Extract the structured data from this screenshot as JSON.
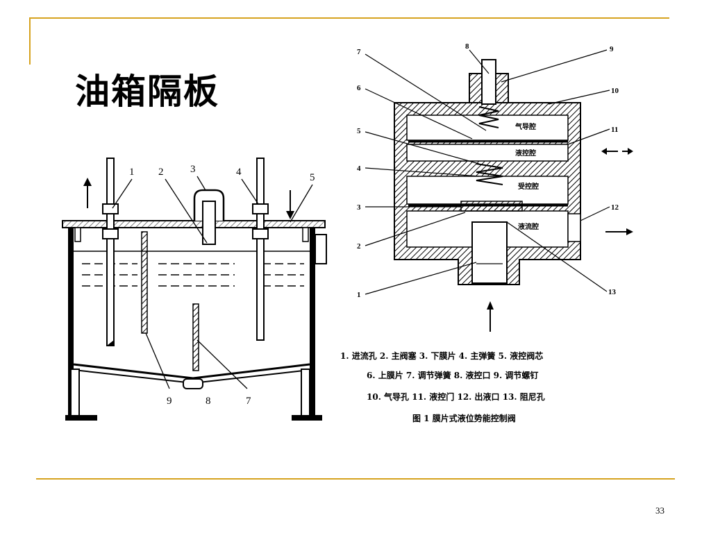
{
  "slide": {
    "title": "油箱隔板",
    "page_number": "33"
  },
  "tank_figure": {
    "labels": [
      "1",
      "2",
      "3",
      "4",
      "5",
      "9",
      "8",
      "7"
    ]
  },
  "valve_figure": {
    "number_labels": [
      "8",
      "9",
      "7",
      "10",
      "6",
      "11",
      "5",
      "4",
      "3",
      "12",
      "2",
      "1",
      "13"
    ],
    "chambers": {
      "air_guide": "气导腔",
      "liquid_control": "液控腔",
      "receiving": "受控腔",
      "liquid_flow": "液流腔"
    },
    "legend": {
      "line1": "1. 进流孔   2. 主阀塞   3. 下膜片   4. 主弹簧   5. 液控阀芯",
      "line2": "6. 上膜片   7. 调节弹簧   8. 液控口   9. 调节螺钉",
      "line3": "10. 气导孔   11. 液控门   12. 出液口   13. 阻尼孔",
      "caption": "图 1    膜片式液位势能控制阀"
    }
  }
}
